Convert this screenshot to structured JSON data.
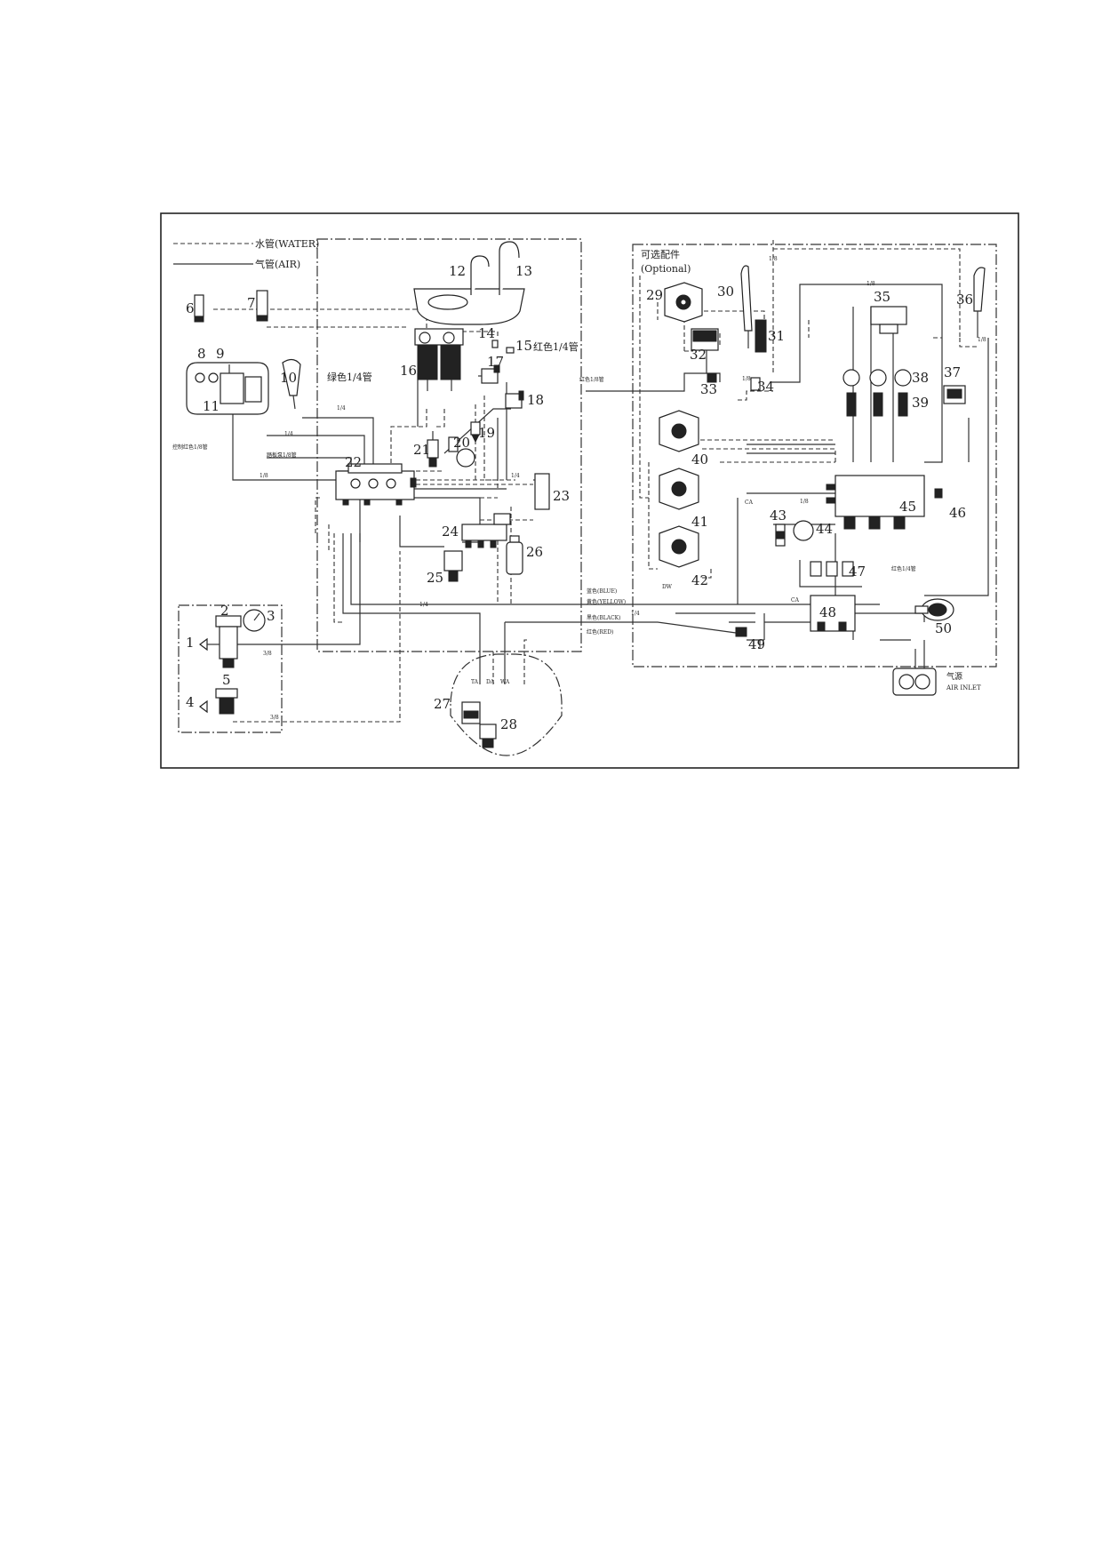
{
  "legend": {
    "water_label": "水管(WATER)",
    "air_label": "气管(AIR)"
  },
  "optional_box": {
    "title_cn": "可选配件",
    "title_en": "(Optional)"
  },
  "pipe_labels": {
    "green_quarter": "绿色1/4管",
    "red_quarter_top": "红色1/4管",
    "red_quarter_right": "红色1/4管",
    "red_eighth": "红色1/8管",
    "control_pipe": "控制红色1/8管",
    "pump_pipe": "踏板泵1/8管",
    "blue": "蓝色(BLUE)",
    "yellow": "黄色(YELLOW)",
    "black": "黑色(BLACK)",
    "red": "红色(RED)",
    "air_inlet_cn": "气源",
    "air_inlet_en": "AIR INLET"
  },
  "size_labels": {
    "quarter": "1/4",
    "eighth": "1/8",
    "three_eighth": "3/8",
    "ca": "CA",
    "dw": "DW",
    "ta": "TA",
    "wa": "WA",
    "da": "DA"
  },
  "component_numbers": [
    "1",
    "2",
    "3",
    "4",
    "5",
    "6",
    "7",
    "8",
    "9",
    "10",
    "11",
    "12",
    "13",
    "14",
    "15",
    "16",
    "17",
    "18",
    "19",
    "20",
    "21",
    "22",
    "23",
    "24",
    "25",
    "26",
    "27",
    "28",
    "29",
    "30",
    "31",
    "32",
    "33",
    "34",
    "35",
    "36",
    "37",
    "38",
    "39",
    "40",
    "41",
    "42",
    "43",
    "44",
    "45",
    "46",
    "47",
    "48",
    "49",
    "50"
  ]
}
